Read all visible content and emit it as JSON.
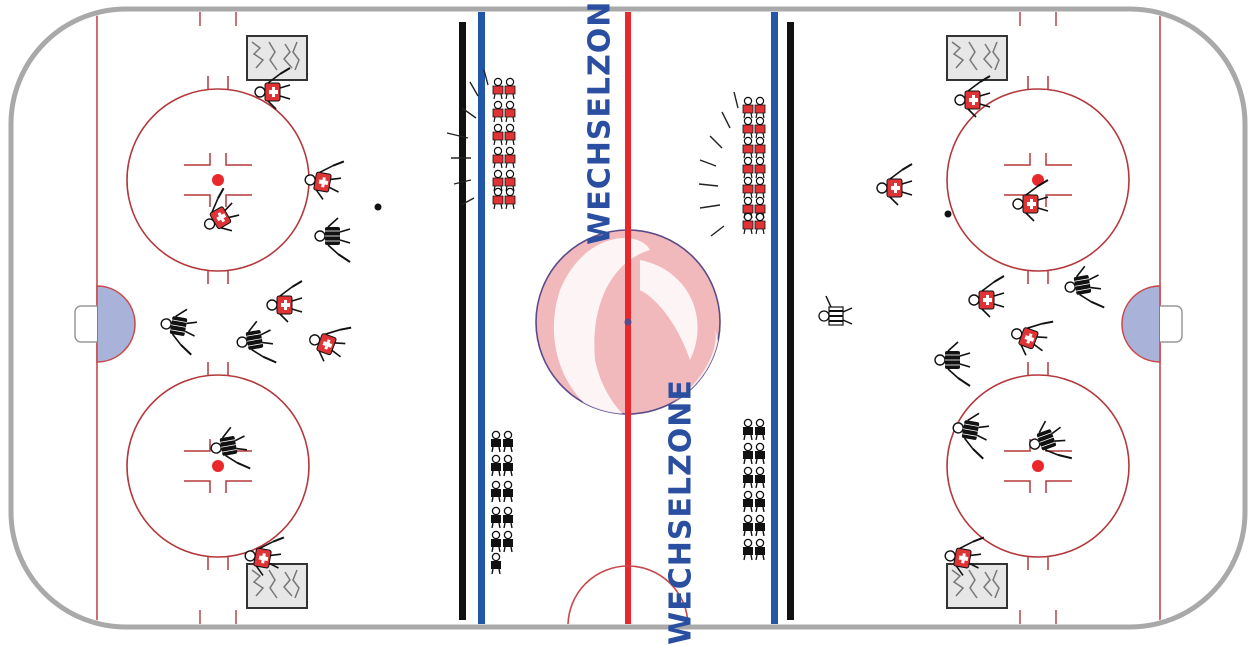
{
  "rink": {
    "colors": {
      "board": "#a9a9a9",
      "ice": "#ffffff",
      "red_line": "#e8282b",
      "blue_line": "#2257a8",
      "thin_red": "#b3383b",
      "crease": "#a9b2d8",
      "bench_wall": "#111111",
      "center_logo": "#f2b9bd",
      "center_logo_accent": "#ffffff",
      "label": "#2a4ea0"
    }
  },
  "zones": [
    {
      "label": "WECHSELZONE",
      "position": "bench-top-right-of-center"
    },
    {
      "label": "WECHSELZONE",
      "position": "bench-bottom-left-of-center"
    }
  ],
  "teams": {
    "red": {
      "jersey": "#e03336",
      "icon": "red-cross-jersey-player-icon"
    },
    "black": {
      "jersey": "#111111",
      "icon": "black-jersey-player-icon"
    }
  },
  "players_left_half": [
    {
      "team": "red",
      "role": "goalie"
    },
    {
      "team": "red",
      "role": "skater"
    },
    {
      "team": "red",
      "role": "skater"
    },
    {
      "team": "black",
      "role": "skater"
    },
    {
      "team": "red",
      "role": "skater"
    },
    {
      "team": "black",
      "role": "skater"
    },
    {
      "team": "black",
      "role": "skater"
    },
    {
      "team": "red",
      "role": "skater"
    },
    {
      "team": "black",
      "role": "skater"
    },
    {
      "team": "red",
      "role": "goalie"
    }
  ],
  "players_right_half": [
    {
      "team": "red",
      "role": "goalie"
    },
    {
      "team": "red",
      "role": "skater"
    },
    {
      "team": "red",
      "role": "skater"
    },
    {
      "team": "black",
      "role": "skater"
    },
    {
      "team": "red",
      "role": "skater"
    },
    {
      "team": "red",
      "role": "skater"
    },
    {
      "team": "black",
      "role": "skater"
    },
    {
      "team": "black",
      "role": "skater"
    },
    {
      "team": "black",
      "role": "skater"
    },
    {
      "team": "red",
      "role": "goalie"
    }
  ],
  "referee": {
    "icon": "referee-icon"
  },
  "bench_groups": [
    {
      "team": "red",
      "count": 12
    },
    {
      "team": "red",
      "count": 14
    },
    {
      "team": "black",
      "count": 11
    },
    {
      "team": "black",
      "count": 12
    }
  ]
}
